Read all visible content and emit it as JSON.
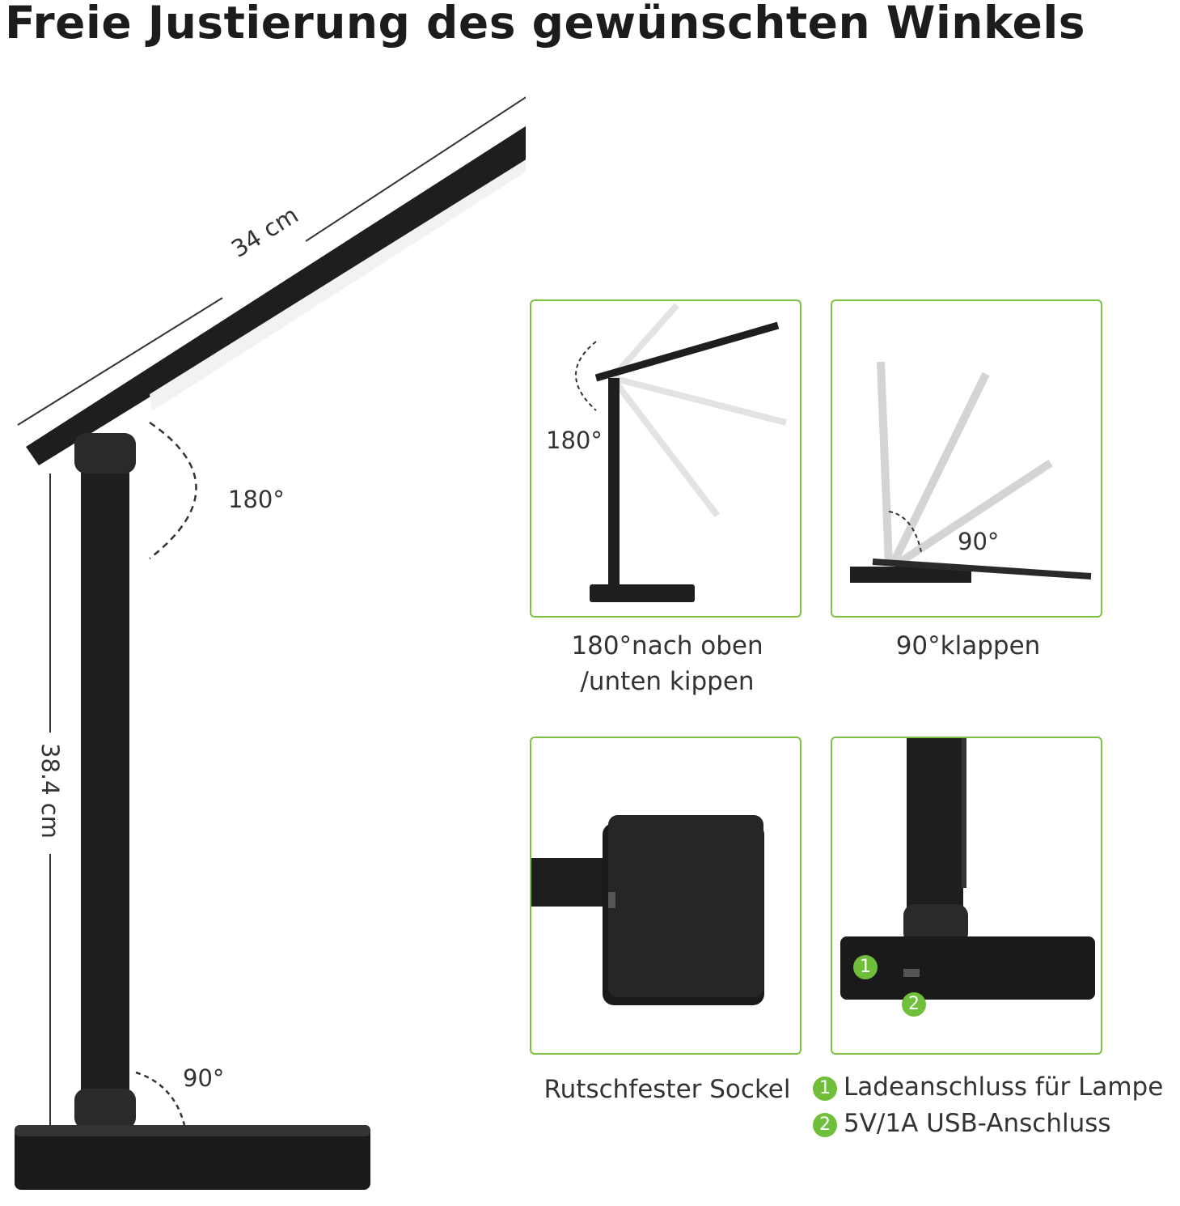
{
  "title": "Freie Justierung des gewünschten Winkels",
  "dimensions": {
    "arm_length": "34 cm",
    "height": "38.4 cm",
    "head_angle": "180°",
    "base_angle": "90°"
  },
  "panels": [
    {
      "angle_label": "180°",
      "caption_line1": "180°nach oben",
      "caption_line2": "/unten kippen"
    },
    {
      "angle_label": "90°",
      "caption": "90°klappen"
    },
    {
      "caption": "Rutschfester Sockel"
    },
    {
      "markers": [
        "1",
        "2"
      ]
    }
  ],
  "features": [
    {
      "number": "1",
      "label": "Ladeanschluss für Lampe"
    },
    {
      "number": "2",
      "label": "5V/1A USB-Anschluss"
    }
  ],
  "colors": {
    "accent_green": "#7dc242",
    "lamp_black": "#1e1e1e"
  }
}
